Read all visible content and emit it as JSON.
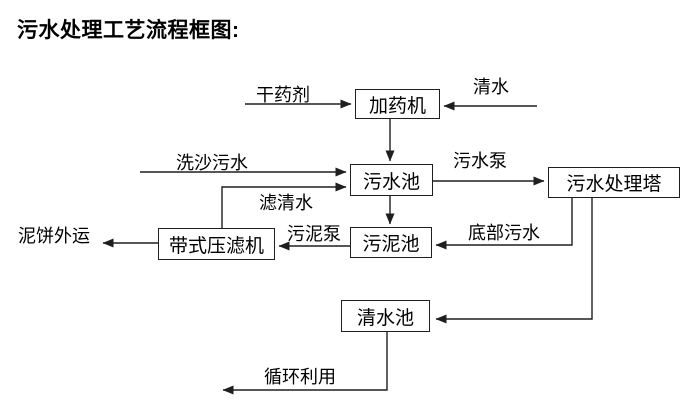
{
  "page": {
    "title": "污水处理工艺流程框图:"
  },
  "colors": {
    "background": "#ffffff",
    "line": "#1f1f1f",
    "text": "#000000",
    "box_fill": "#ffffff"
  },
  "diagram": {
    "type": "flowchart",
    "nodes": {
      "dosing_machine": {
        "label": "加药机"
      },
      "sewage_pool": {
        "label": "污水池"
      },
      "treatment_tower": {
        "label": "污水处理塔"
      },
      "sludge_pool": {
        "label": "污泥池"
      },
      "belt_filter_press": {
        "label": "带式压滤机"
      },
      "clear_water_pool": {
        "label": "清水池"
      }
    },
    "flow_labels": {
      "dry_chemical": "干药剂",
      "clear_water_in": "清水",
      "sand_washing_sewage": "洗沙污水",
      "sewage_pump": "污水泵",
      "filtered_clear_water": "滤清水",
      "sludge_pump": "污泥泵",
      "bottom_sewage": "底部污水",
      "mud_cake_outbound": "泥饼外运",
      "recycling": "循环利用"
    },
    "edges": [
      {
        "from": "dry_chemical_source",
        "to": "dosing_machine",
        "label": "干药剂"
      },
      {
        "from": "clear_water_source",
        "to": "dosing_machine",
        "label": "清水"
      },
      {
        "from": "dosing_machine",
        "to": "sewage_pool",
        "label": ""
      },
      {
        "from": "sand_washing_source",
        "to": "sewage_pool",
        "label": "洗沙污水"
      },
      {
        "from": "belt_filter_press",
        "to": "sewage_pool",
        "label": "滤清水"
      },
      {
        "from": "sewage_pool",
        "to": "sludge_pool",
        "label": ""
      },
      {
        "from": "sewage_pool",
        "to": "treatment_tower",
        "label": "污水泵"
      },
      {
        "from": "treatment_tower",
        "to": "sludge_pool",
        "label": "底部污水"
      },
      {
        "from": "sludge_pool",
        "to": "belt_filter_press",
        "label": "污泥泵"
      },
      {
        "from": "belt_filter_press",
        "to": "outside",
        "label": "泥饼外运"
      },
      {
        "from": "treatment_tower",
        "to": "clear_water_pool",
        "label": ""
      },
      {
        "from": "clear_water_pool",
        "to": "reuse",
        "label": "循环利用"
      }
    ]
  }
}
